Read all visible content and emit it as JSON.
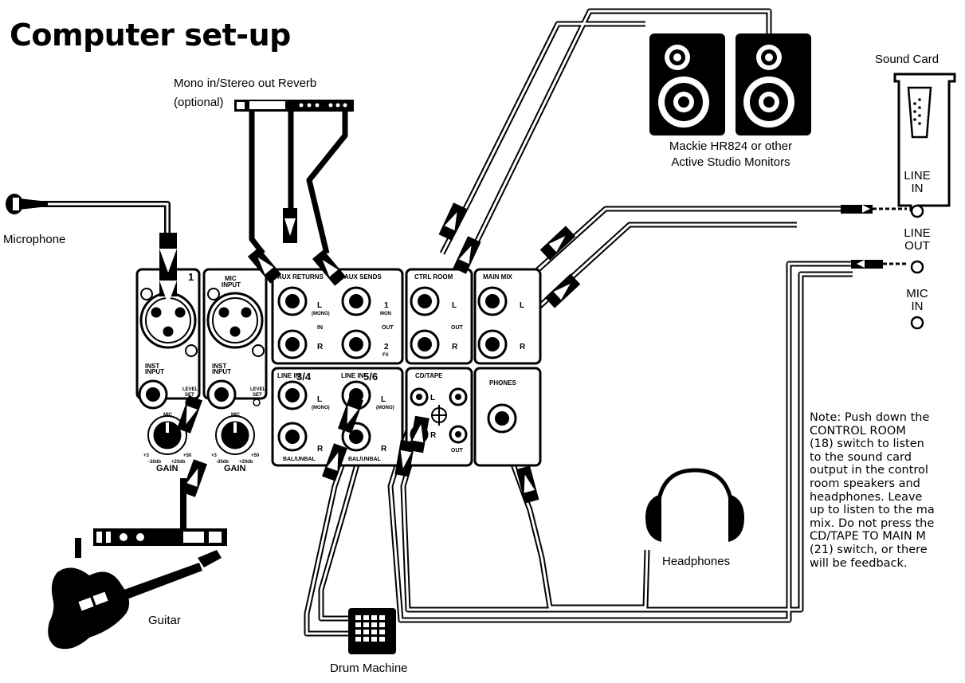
{
  "title": "Computer set-up",
  "labels": {
    "reverb_line1": "Mono in/Stereo out Reverb",
    "reverb_line2": "(optional)",
    "sound_card": "Sound Card",
    "microphone": "Microphone",
    "monitors_line1": "Mackie HR824 or other",
    "monitors_line2": "Active Studio Monitors",
    "headphones": "Headphones",
    "guitar": "Guitar",
    "drum_machine": "Drum Machine"
  },
  "sound_card_ports": {
    "line_in": [
      "LINE",
      "IN"
    ],
    "line_out": [
      "LINE",
      "OUT"
    ],
    "mic_in": [
      "MIC",
      "IN"
    ]
  },
  "note": "Note: Push down the\nCONTROL ROOM\n(18) switch to listen\nto the sound card\noutput in the control\nroom speakers and\nheadphones. Leave\nup to listen to the ma\nmix. Do not press the\nCD/TAPE TO MAIN M\n(21) switch, or there\nwill be feedback.",
  "mixer_panel": {
    "ch1": "1",
    "mic_input": [
      "MIC",
      "INPUT"
    ],
    "inst_input": [
      "INST",
      "INPUT"
    ],
    "level_set": [
      "LEVEL",
      "SET"
    ],
    "gain": "GAIN",
    "mic_dial": "MIC",
    "gain_min_db": "+3",
    "gain_max_db": "+50",
    "gain_min_line": "-30db",
    "gain_max_line": "+20db",
    "aux_returns": "AUX RETURNS",
    "aux_sends": "AUX SENDS",
    "l": "L",
    "r": "R",
    "mono": "(MONO)",
    "in": "IN",
    "out": "OUT",
    "send1": "1",
    "send1_sub": "MON",
    "send2": "2",
    "send2_sub": "FX",
    "ctrl_room": "CTRL ROOM",
    "main_mix": "MAIN MIX",
    "line_in_34": "LINE IN",
    "line_in_34_num": "3/4",
    "line_in_56": "LINE IN",
    "line_in_56_num": "5/6",
    "bal_unbal": "BAL/UNBAL",
    "cd_tape": "CD/TAPE",
    "phones": "PHONES"
  },
  "icons": [
    "microphone-icon",
    "reverb-unit-icon",
    "speaker-icon",
    "sound-card-icon",
    "headphones-icon",
    "guitar-icon",
    "amp-processor-icon",
    "drum-machine-icon",
    "mixer-panel-icon"
  ]
}
